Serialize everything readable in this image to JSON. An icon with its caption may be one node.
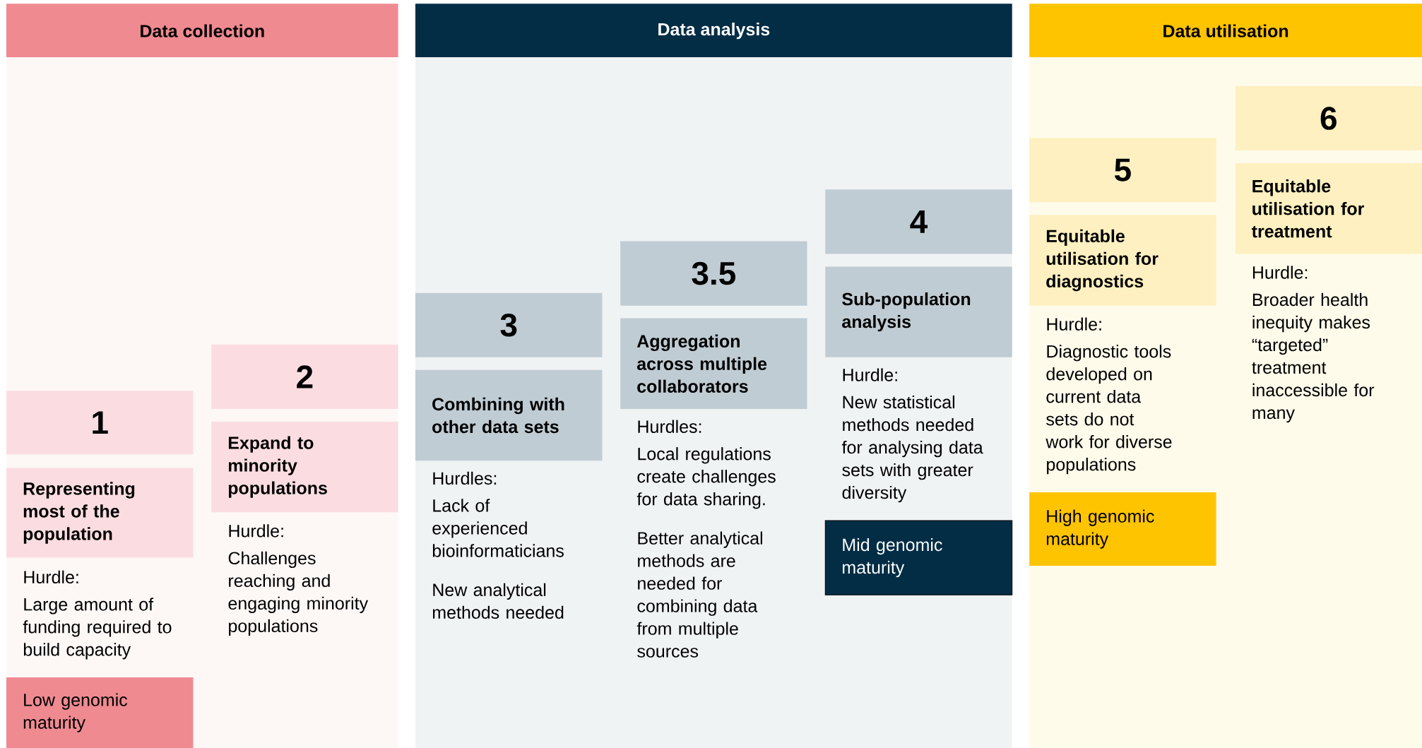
{
  "diagram": {
    "nodes": [
      {
        "text": [
          "Data collection"
        ]
      },
      {
        "text": [
          "1"
        ],
        "in": 0
      },
      {
        "text": [
          "Representing most of the population"
        ],
        "in": 0,
        "beside": [
          "Hurdle:",
          "Large amount of funding required to build capacity"
        ]
      },
      {
        "text": [
          "Low genomic maturity"
        ],
        "in": 0
      },
      {
        "text": [
          "2"
        ],
        "in": 0
      },
      {
        "text": [
          "Expand to minority populations"
        ],
        "in": 0,
        "beside": [
          "Hurdle:",
          "Challenges reaching and engaging minority populations"
        ]
      },
      {
        "text": [
          "Data analysis"
        ]
      },
      {
        "text": [
          "3"
        ],
        "in": 6
      },
      {
        "text": [
          "Combining with other data sets"
        ],
        "in": 6,
        "beside": [
          "Hurdles:",
          "Lack of experienced bioinformaticians",
          "New analytical methods needed"
        ]
      },
      {
        "text": [
          "3.5"
        ],
        "in": 6
      },
      {
        "text": [
          "Aggregation across multiple collaborators"
        ],
        "in": 6,
        "beside": [
          "Hurdles:",
          "Local regulations create challenges for data sharing.",
          "Better analytical methods are needed for combining data from multiple sources"
        ]
      },
      {
        "text": [
          "4"
        ],
        "in": 6
      },
      {
        "text": [
          "Sub-population analysis"
        ],
        "in": 6,
        "beside": [
          "Hurdle:",
          "New statistical methods needed for analysing data sets with greater diversity"
        ]
      },
      {
        "text": [
          "Mid genomic maturity"
        ],
        "in": 6
      },
      {
        "text": [
          "Data utilisation"
        ]
      },
      {
        "text": [
          "5"
        ],
        "in": 14
      },
      {
        "text": [
          "Equitable utilisation for diagnostics"
        ],
        "in": 14,
        "beside": [
          "Hurdle:",
          "Diagnostic tools developed on current data sets do not work for diverse populations"
        ]
      },
      {
        "text": [
          "High genomic maturity"
        ],
        "in": 14
      },
      {
        "text": [
          "6"
        ],
        "in": 14
      },
      {
        "text": [
          "Equitable utilisation for treatment"
        ],
        "in": 14,
        "beside": [
          "Hurdle:",
          "Broader health inequity makes “targeted” treatment inaccessible for many"
        ]
      }
    ]
  }
}
